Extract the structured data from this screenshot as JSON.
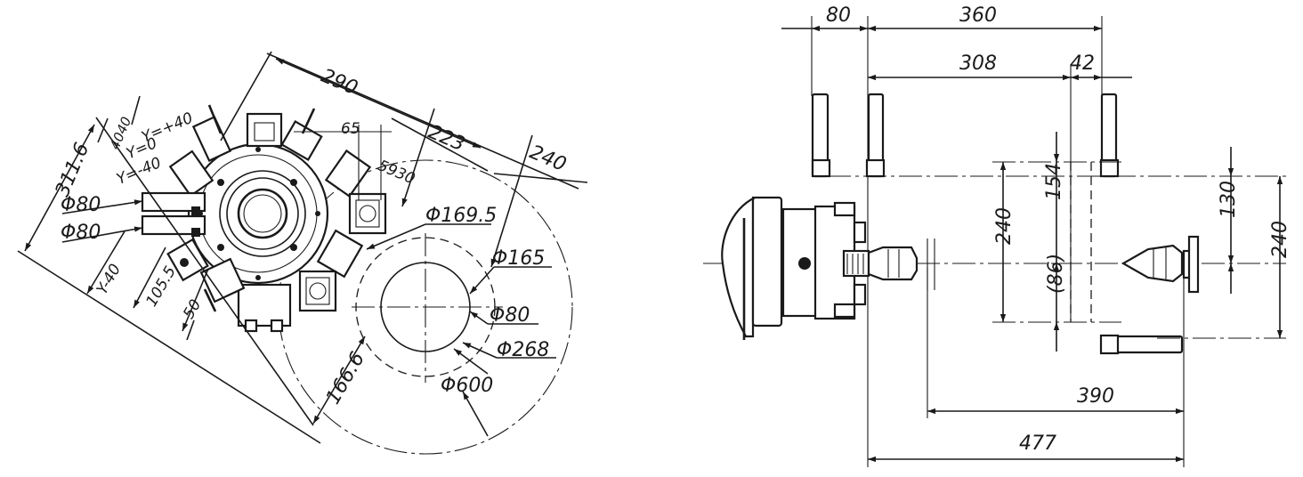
{
  "turret_view": {
    "dim_290": "290",
    "dim_65": "65",
    "dim_223": "223",
    "dim_240": "240",
    "dim_5930": "5930",
    "dim_4040": "4040",
    "label_y_plus40": "Y=+40",
    "label_y_0": "Y=0",
    "label_y_minus40": "Y=-40",
    "dim_311_6": "311.6",
    "dim_d80_a": "Φ80",
    "dim_d80_b": "Φ80",
    "dim_y40": "Y-40",
    "dim_105_5": "105.5",
    "dim_50": "50",
    "dim_d169_5": "Φ169.5",
    "dim_d165": "Φ165",
    "dim_d80_c": "Φ80",
    "dim_d268": "Φ268",
    "dim_d600": "Φ600",
    "dim_166_6": "166.6"
  },
  "side_view": {
    "dim_80": "80",
    "dim_360": "360",
    "dim_308": "308",
    "dim_42": "42",
    "dim_240_left": "240",
    "dim_154": "154",
    "dim_86": "(86)",
    "dim_130": "130",
    "dim_240_right": "240",
    "dim_390": "390",
    "dim_477": "477"
  }
}
